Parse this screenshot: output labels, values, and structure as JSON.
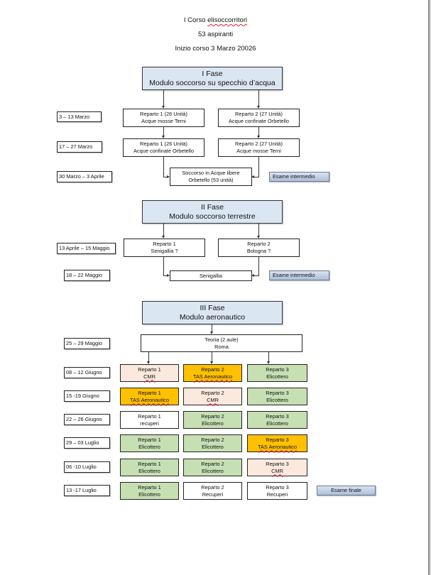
{
  "header": {
    "title_prefix": "I Corso ",
    "title_word": "elisoccorritori",
    "aspirants": "53 aspiranti",
    "start": "Inizio corso 3 Marzo 20026"
  },
  "colors": {
    "phase_header": "#dbe6f3",
    "cmr": "#fce9dd",
    "tas": "#ffc000",
    "elicottero": "#c6e0b4",
    "exam": "#aebfdb"
  },
  "phase1": {
    "title": "I Fase",
    "subtitle": "Modulo soccorso su specchio d’acqua",
    "rows": [
      {
        "date": "3 – 13 Marzo",
        "r1": [
          "Reparto 1 (26 Unità)",
          "Acque mosse Terni"
        ],
        "r2": [
          "Reparto 2 (27 Unità)",
          "Acque confinate Orbetello"
        ]
      },
      {
        "date": "17 – 27 Marzo",
        "r1": [
          "Reparto 1 (26 Unità)",
          "Acque confinate Orbetello"
        ],
        "r2": [
          "Reparto 2 (27 Unità)",
          "Acque mosse Terni"
        ]
      }
    ],
    "merge": {
      "date": "30 Marzo – 3 Aprile",
      "lines": [
        "Soccorso in Acque libere",
        "Orbetello (53 unità)"
      ]
    },
    "exam": "Esame intermedio"
  },
  "phase2": {
    "title": "II Fase",
    "subtitle": "Modulo soccorso terrestre",
    "row": {
      "date": "13 Aprile – 15 Maggio",
      "r1": [
        "Reparto 1",
        "Senigallia ?"
      ],
      "r2": [
        "Reparto 2",
        "Bologna ?"
      ]
    },
    "merge": {
      "date": "18 – 22 Maggio",
      "label": "Senigallia"
    },
    "exam": "Esame intermedio"
  },
  "phase3": {
    "title": "III Fase",
    "subtitle": "Modulo aeronautico",
    "theory": {
      "date": "25 – 29 Maggio",
      "lines": [
        "Teoria (2 aule)",
        "Roma"
      ]
    },
    "rows": [
      {
        "date": "08 – 12 Giugno",
        "cells": [
          {
            "name": "Reparto 1",
            "activity": "CMR",
            "type": "cmr"
          },
          {
            "name": "Reparto 2",
            "activity": "TAS Aeronautico",
            "type": "tas"
          },
          {
            "name": "Reparto 3",
            "activity": "Elicottero",
            "type": "eli"
          }
        ]
      },
      {
        "date": "15 -19 Giugno",
        "cells": [
          {
            "name": "Reparto 1",
            "activity": "TAS Aeronautico",
            "type": "tas"
          },
          {
            "name": "Reparto 2",
            "activity": "CMR",
            "type": "cmr"
          },
          {
            "name": "Reparto 3",
            "activity": "Elicottero",
            "type": "eli"
          }
        ]
      },
      {
        "date": "22 – 26 Giugno",
        "cells": [
          {
            "name": "Reparto 1",
            "activity": "recuperi",
            "type": "white"
          },
          {
            "name": "Reparto 2",
            "activity": "Elicottero",
            "type": "eli"
          },
          {
            "name": "Reparto 3",
            "activity": "Elicottero",
            "type": "eli"
          }
        ]
      },
      {
        "date": "29 – 03 Luglio",
        "cells": [
          {
            "name": "Reparto 1",
            "activity": "Elicottero",
            "type": "eli"
          },
          {
            "name": "Reparto 2",
            "activity": "Elicottero",
            "type": "eli"
          },
          {
            "name": "Reparto 3",
            "activity": "TAS Aeronautico",
            "type": "tas"
          }
        ]
      },
      {
        "date": "06 -10 Luglio",
        "cells": [
          {
            "name": "Reparto 1",
            "activity": "Elicottero",
            "type": "eli"
          },
          {
            "name": "Reparto 2",
            "activity": "Elicottero",
            "type": "eli"
          },
          {
            "name": "Reparto 3",
            "activity": "CMR",
            "type": "cmr"
          }
        ]
      },
      {
        "date": "13 -17 Luglio",
        "cells": [
          {
            "name": "Reparto 1",
            "activity": "Elicottero",
            "type": "eli"
          },
          {
            "name": "Reparto 2",
            "activity": "Recuperi",
            "type": "white"
          },
          {
            "name": "Reparto 3",
            "activity": "Recuperi",
            "type": "white"
          }
        ]
      }
    ],
    "final_exam": "Esame finale"
  }
}
